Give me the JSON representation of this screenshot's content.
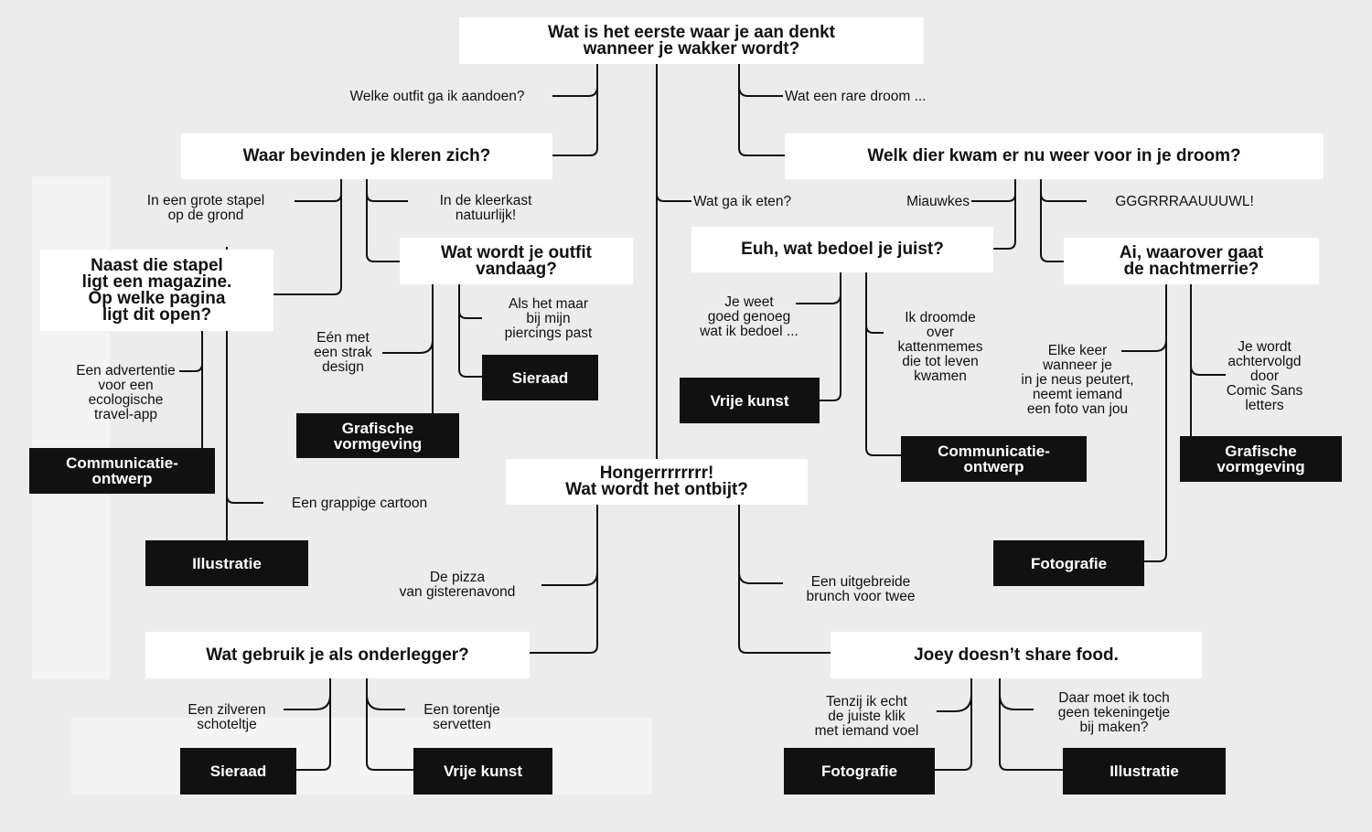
{
  "questions": {
    "q_start": "Wat is het eerste waar je aan denkt\nwanneer je wakker wordt?",
    "q_kleren": "Waar bevinden je kleren zich?",
    "q_droom": "Welk dier kwam er nu weer voor in je droom?",
    "q_magazine": "Naast die stapel\nligt een magazine.\nOp welke pagina\nligt dit open?",
    "q_outfit": "Wat wordt je outfit\nvandaag?",
    "q_bedoel": "Euh, wat bedoel je juist?",
    "q_nachtmerrie": "Ai, waarover gaat\nde nachtmerrie?",
    "q_ontbijt": "Hongerrrrrrrr!\nWat wordt het ontbijt?",
    "q_onderlegger": "Wat gebruik je als onderlegger?",
    "q_joey": "Joey doesn’t share food."
  },
  "answers": {
    "a_outfit": "Welke outfit ga ik aandoen?",
    "a_droom": "Wat een rare droom ...",
    "a_stapel": "In een grote stapel\nop de grond",
    "a_kleerkast": "In de kleerkast\nnatuurlijk!",
    "a_eten": "Wat ga ik eten?",
    "a_miauwkes": "Miauwkes",
    "a_grr": "GGGRRRAAUUUWL!",
    "a_advertentie": "Een advertentie\nvoor een\necologische\ntravel-app",
    "a_cartoon": "Een grappige cartoon",
    "a_strak": "Eén met\neen strak\ndesign",
    "a_piercings": "Als het maar\nbij mijn\npiercings past",
    "a_jeweet": "Je weet\ngoed genoeg\nwat ik bedoel ...",
    "a_katten": "Ik droomde\nover\nkattenmemes\ndie tot leven\nkwamen",
    "a_elkekeer": "Elke keer\nwanneer je\nin je neus peutert,\nneemt iemand\neen foto van jou",
    "a_comic": "Je wordt\nachtervolgd\ndoor\nComic Sans\nletters",
    "a_pizza": "De pizza\nvan gisterenavond",
    "a_brunch": "Een uitgebreide\nbrunch voor twee",
    "a_zilveren": "Een zilveren\nschoteltje",
    "a_torentje": "Een torentje\nservetten",
    "a_klik": "Tenzij ik echt\nde juiste klik\nmet iemand voel",
    "a_tekening": "Daar moet ik toch\ngeen tekeningetje\nbij maken?"
  },
  "results": {
    "r_comm1": "Communicatie-\nontwerp",
    "r_illu1": "Illustratie",
    "r_graf1": "Grafische\nvormgeving",
    "r_sieraad1": "Sieraad",
    "r_vrij1": "Vrije kunst",
    "r_comm2": "Communicatie-\nontwerp",
    "r_graf2": "Grafische\nvormgeving",
    "r_foto1": "Fotografie",
    "r_sieraad2": "Sieraad",
    "r_vrij2": "Vrije kunst",
    "r_foto2": "Fotografie",
    "r_illu2": "Illustratie"
  }
}
